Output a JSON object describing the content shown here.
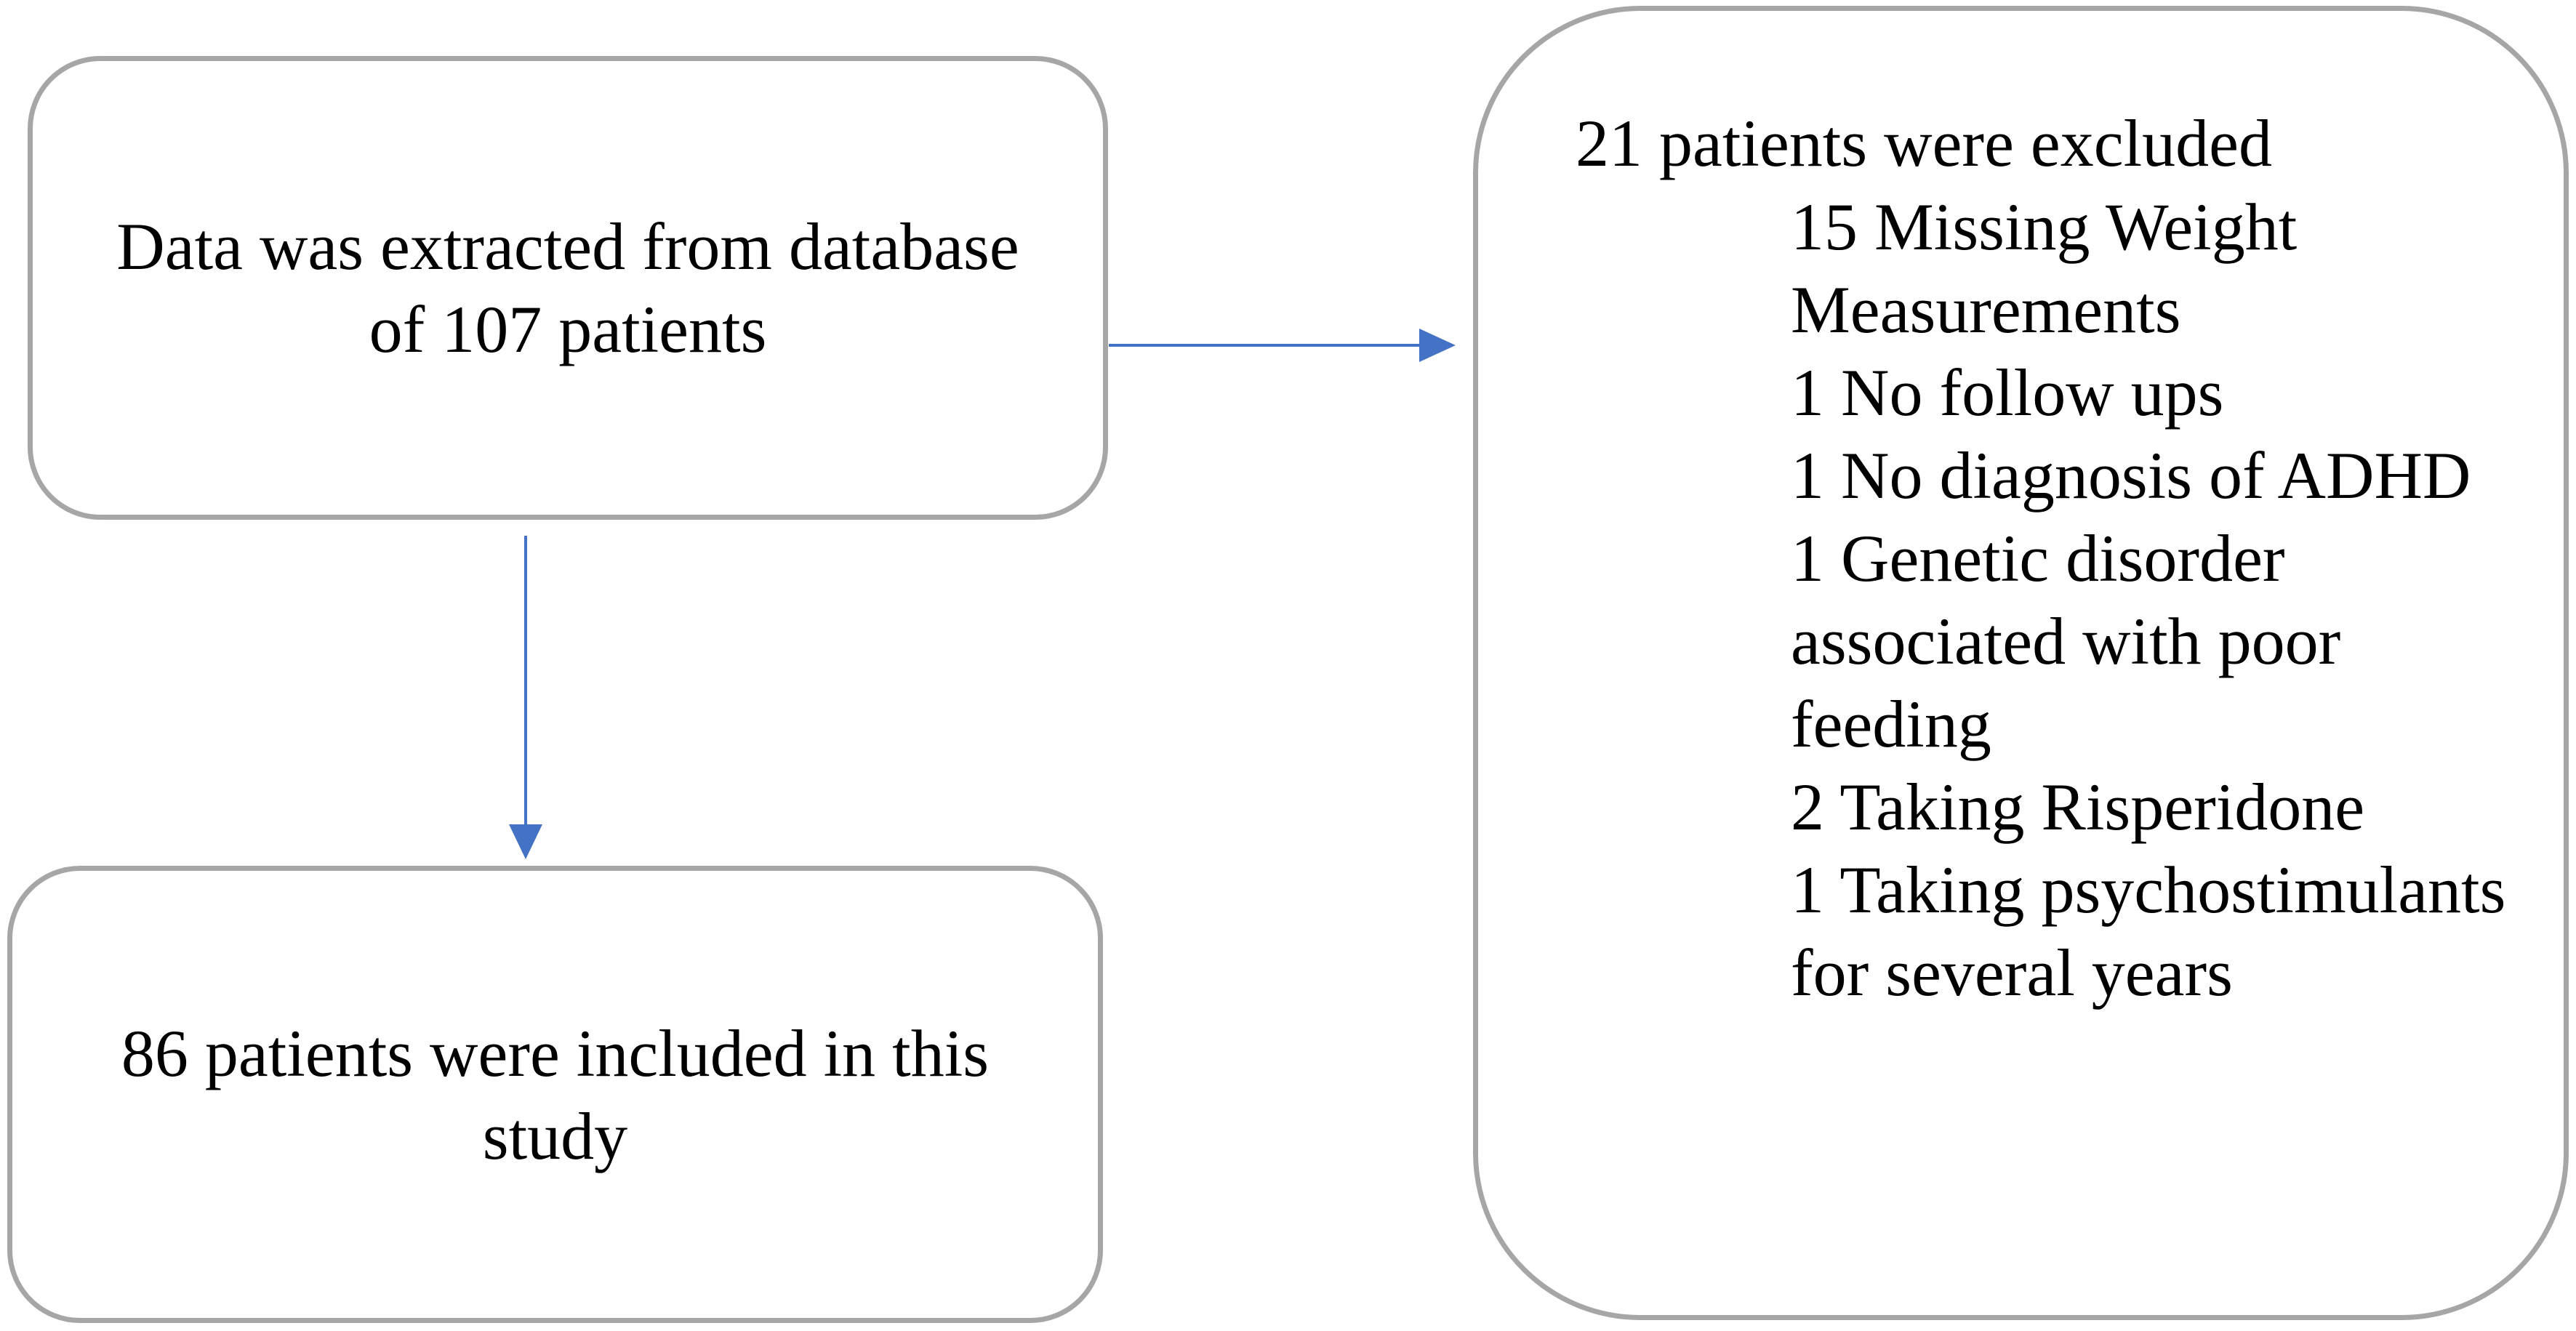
{
  "flowchart": {
    "source_box": {
      "text": "Data was extracted from database of 107 patients"
    },
    "included_box": {
      "text": "86 patients were included in this study"
    },
    "excluded_box": {
      "title": "21 patients were excluded",
      "reasons": [
        "15 Missing Weight Measurements",
        "1 No follow ups",
        "1 No diagnosis of ADHD",
        "1 Genetic disorder associated with poor feeding",
        "2 Taking Risperidone",
        "1 Taking psychostimulants for several years"
      ]
    },
    "colors": {
      "box_border": "#a6a6a6",
      "arrow": "#4472c4",
      "text": "#000000"
    }
  }
}
